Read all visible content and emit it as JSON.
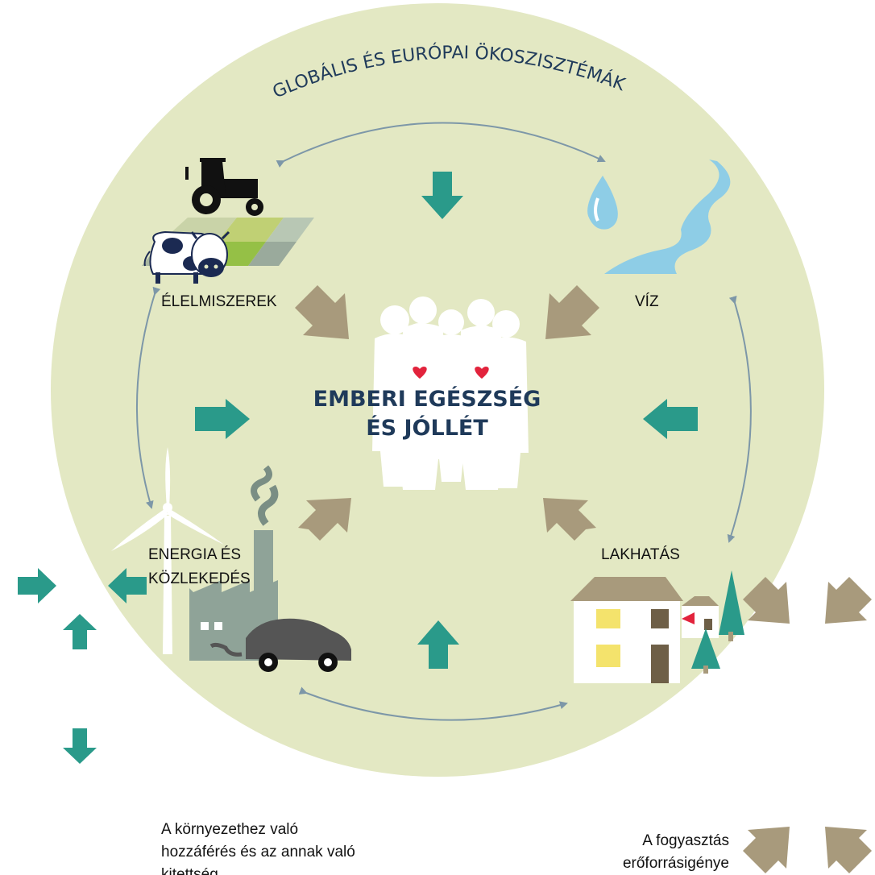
{
  "arc_title": "GLOBÁLIS ÉS EURÓPAI ÖKOSZISZTÉMÁK",
  "center": {
    "line1": "EMBERI EGÉSZSÉG",
    "line2": "ÉS JÓLLÉT"
  },
  "nodes": {
    "food": "ÉLELMISZEREK",
    "water": "VÍZ",
    "energy_line1": "ENERGIA ÉS",
    "energy_line2": "KÖZLEKEDÉS",
    "housing": "LAKHATÁS"
  },
  "legend": {
    "access_line1": "A környezethez való",
    "access_line2": "hozzáférés és az annak való",
    "access_line3": "kitettség",
    "consumption_line1": "A fogyasztás",
    "consumption_line2": "erőforrásigénye"
  },
  "colors": {
    "circle": "#e3e8c3",
    "access_arrow": "#2a9a8a",
    "consumption_arrow": "#a89a7c",
    "cycle_arrow": "#7d97a8",
    "title": "#1f3a5a",
    "heart": "#e2233c"
  }
}
